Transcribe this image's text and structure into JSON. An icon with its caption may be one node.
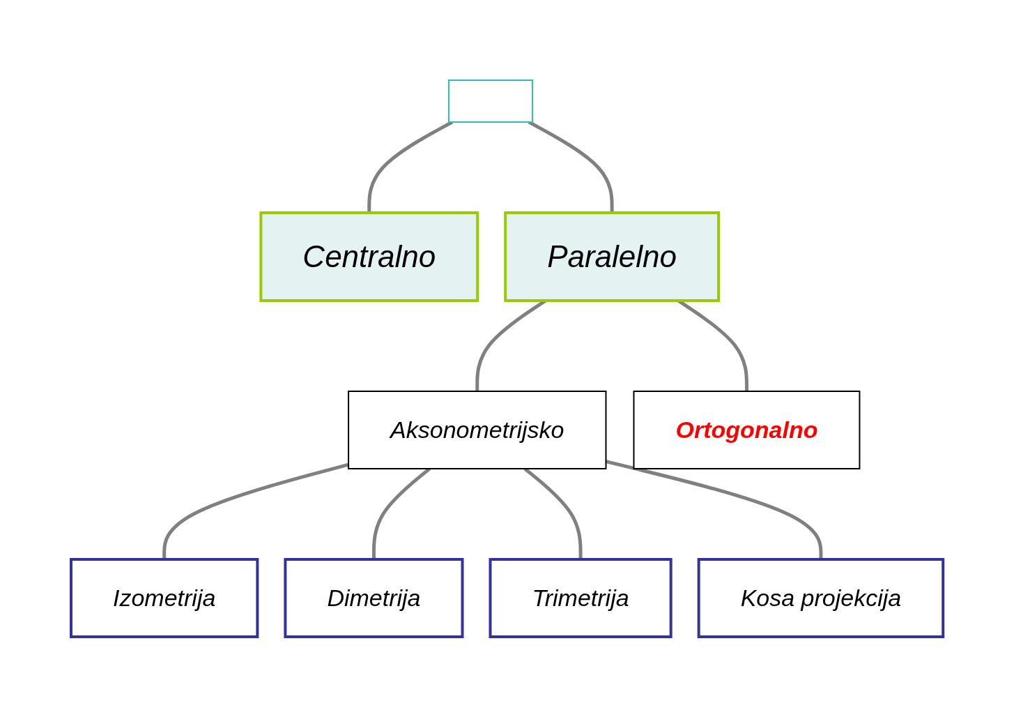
{
  "diagram": {
    "nodes": [
      {
        "text": [],
        "shape": "box"
      },
      {
        "text": [
          "Centralno"
        ]
      },
      {
        "text": [
          "Paralelno"
        ]
      },
      {
        "text": [
          "Aksonometrijsko"
        ]
      },
      {
        "text": [
          "Ortogonalno"
        ]
      },
      {
        "text": [
          "Izometrija"
        ]
      },
      {
        "text": [
          "Dimetrija"
        ]
      },
      {
        "text": [
          "Trimetrija"
        ]
      },
      {
        "text": [
          "Kosa projekcija"
        ]
      }
    ],
    "edges": [
      {
        "from": 0,
        "to": 1,
        "arrow": "none"
      },
      {
        "from": 0,
        "to": 2,
        "arrow": "none"
      },
      {
        "from": 2,
        "to": 3,
        "arrow": "none"
      },
      {
        "from": 2,
        "to": 4,
        "arrow": "none"
      },
      {
        "from": 3,
        "to": 5,
        "arrow": "none"
      },
      {
        "from": 3,
        "to": 6,
        "arrow": "none"
      },
      {
        "from": 3,
        "to": 7,
        "arrow": "none"
      },
      {
        "from": 3,
        "to": 8,
        "arrow": "none"
      }
    ]
  }
}
